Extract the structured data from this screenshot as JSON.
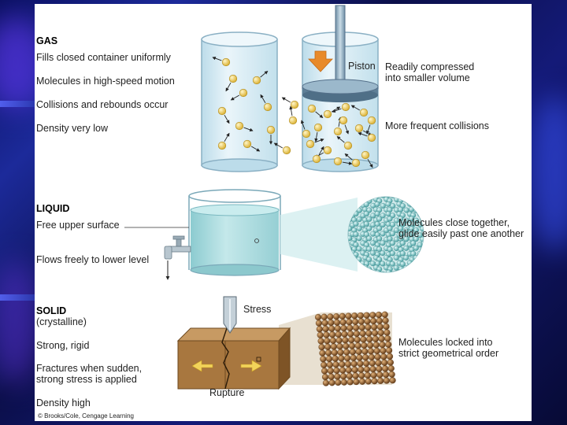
{
  "gas": {
    "heading": "GAS",
    "lines": [
      "Fills closed container uniformly",
      "Molecules in high-speed motion",
      "Collisions and rebounds occur",
      "Density very low"
    ],
    "piston_label": "Piston",
    "compress_1": "Readily compressed",
    "compress_2": "into smaller volume",
    "collisions": "More frequent collisions"
  },
  "liquid": {
    "heading": "LIQUID",
    "surface": "Free upper surface",
    "flows": "Flows freely to lower level",
    "molecules_1": "Molecules close together,",
    "molecules_2": "glide easily past one another"
  },
  "solid": {
    "heading": "SOLID",
    "sub": "(crystalline)",
    "strong": "Strong, rigid",
    "fracture_1": "Fractures when sudden,",
    "fracture_2": "strong stress is applied",
    "density": "Density high",
    "stress": "Stress",
    "rupture": "Rupture",
    "molecules_1": "Molecules locked into",
    "molecules_2": "strict geometrical order"
  },
  "credit": "© Brooks/Cole, Cengage Learning",
  "colors": {
    "gas_molecule": "#f2d35a",
    "liquid_molecule": "#6fb8b8",
    "solid_molecule": "#8a5a2b",
    "glass": "#d8ecf4",
    "water": "#a9d8dc",
    "solid_block": "#a8773f",
    "arrow": "#e88a2a"
  }
}
